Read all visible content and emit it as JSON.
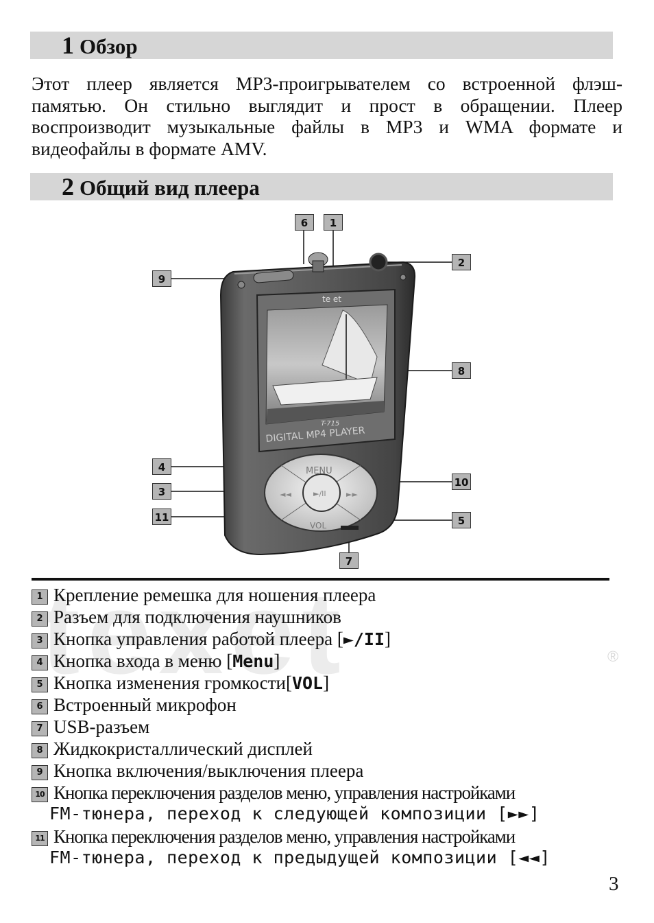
{
  "sections": [
    {
      "number": "1",
      "title": "Обзор"
    },
    {
      "number": "2",
      "title": "Общий вид плеера"
    }
  ],
  "intro_lines": [
    "Этот плеер является МР3-проигрывателем со встроенной флэш-",
    "памятью. Он стильно выглядит и прост в обращении. Плеер",
    "воспроизводит музыкальные файлы в МР3 и WMA формате и",
    "видеофайлы в формате AMV."
  ],
  "figure": {
    "callouts": [
      "1",
      "2",
      "3",
      "4",
      "5",
      "6",
      "7",
      "8",
      "9",
      "10",
      "11"
    ],
    "screen_top": "te  et",
    "model": "T-715",
    "device_label": "DIGITAL MP4 PLAYER",
    "button_menu": "MENU",
    "button_vol": "VOL",
    "button_center": "►/II"
  },
  "watermark": {
    "text": "texet",
    "reg": "®"
  },
  "legend": [
    {
      "num": "1",
      "text": "Крепление ремешка для ношения плеера"
    },
    {
      "num": "2",
      "text": "Разъем для подключения наушников"
    },
    {
      "num": "3",
      "text": "Кнопка управления работой плеера [",
      "key": "►/II",
      "after": "]"
    },
    {
      "num": "4",
      "text": "Кнопка входа в меню [",
      "key": "Menu",
      "after": "]"
    },
    {
      "num": "5",
      "text": "Кнопка изменения громкости[",
      "key": "VOL",
      "after": "]"
    },
    {
      "num": "6",
      "text": "Встроенный микрофон"
    },
    {
      "num": "7",
      "text": "USB-разъем"
    },
    {
      "num": "8",
      "text": "Жидкокристаллический дисплей"
    },
    {
      "num": "9",
      "text": "Кнопка включения/выключения плеера"
    },
    {
      "num": "10",
      "text": "Кнопка переключения разделов меню, управления настройками",
      "cont": "FM-тюнера, переход к следующей композиции [",
      "key": "►►",
      "after": "]"
    },
    {
      "num": "11",
      "text": "Кнопка переключения разделов меню, управления настройками",
      "cont": "FM-тюнера, переход к предыдущей композиции [",
      "key": "◄◄",
      "after": "]"
    }
  ],
  "page_number": "3"
}
